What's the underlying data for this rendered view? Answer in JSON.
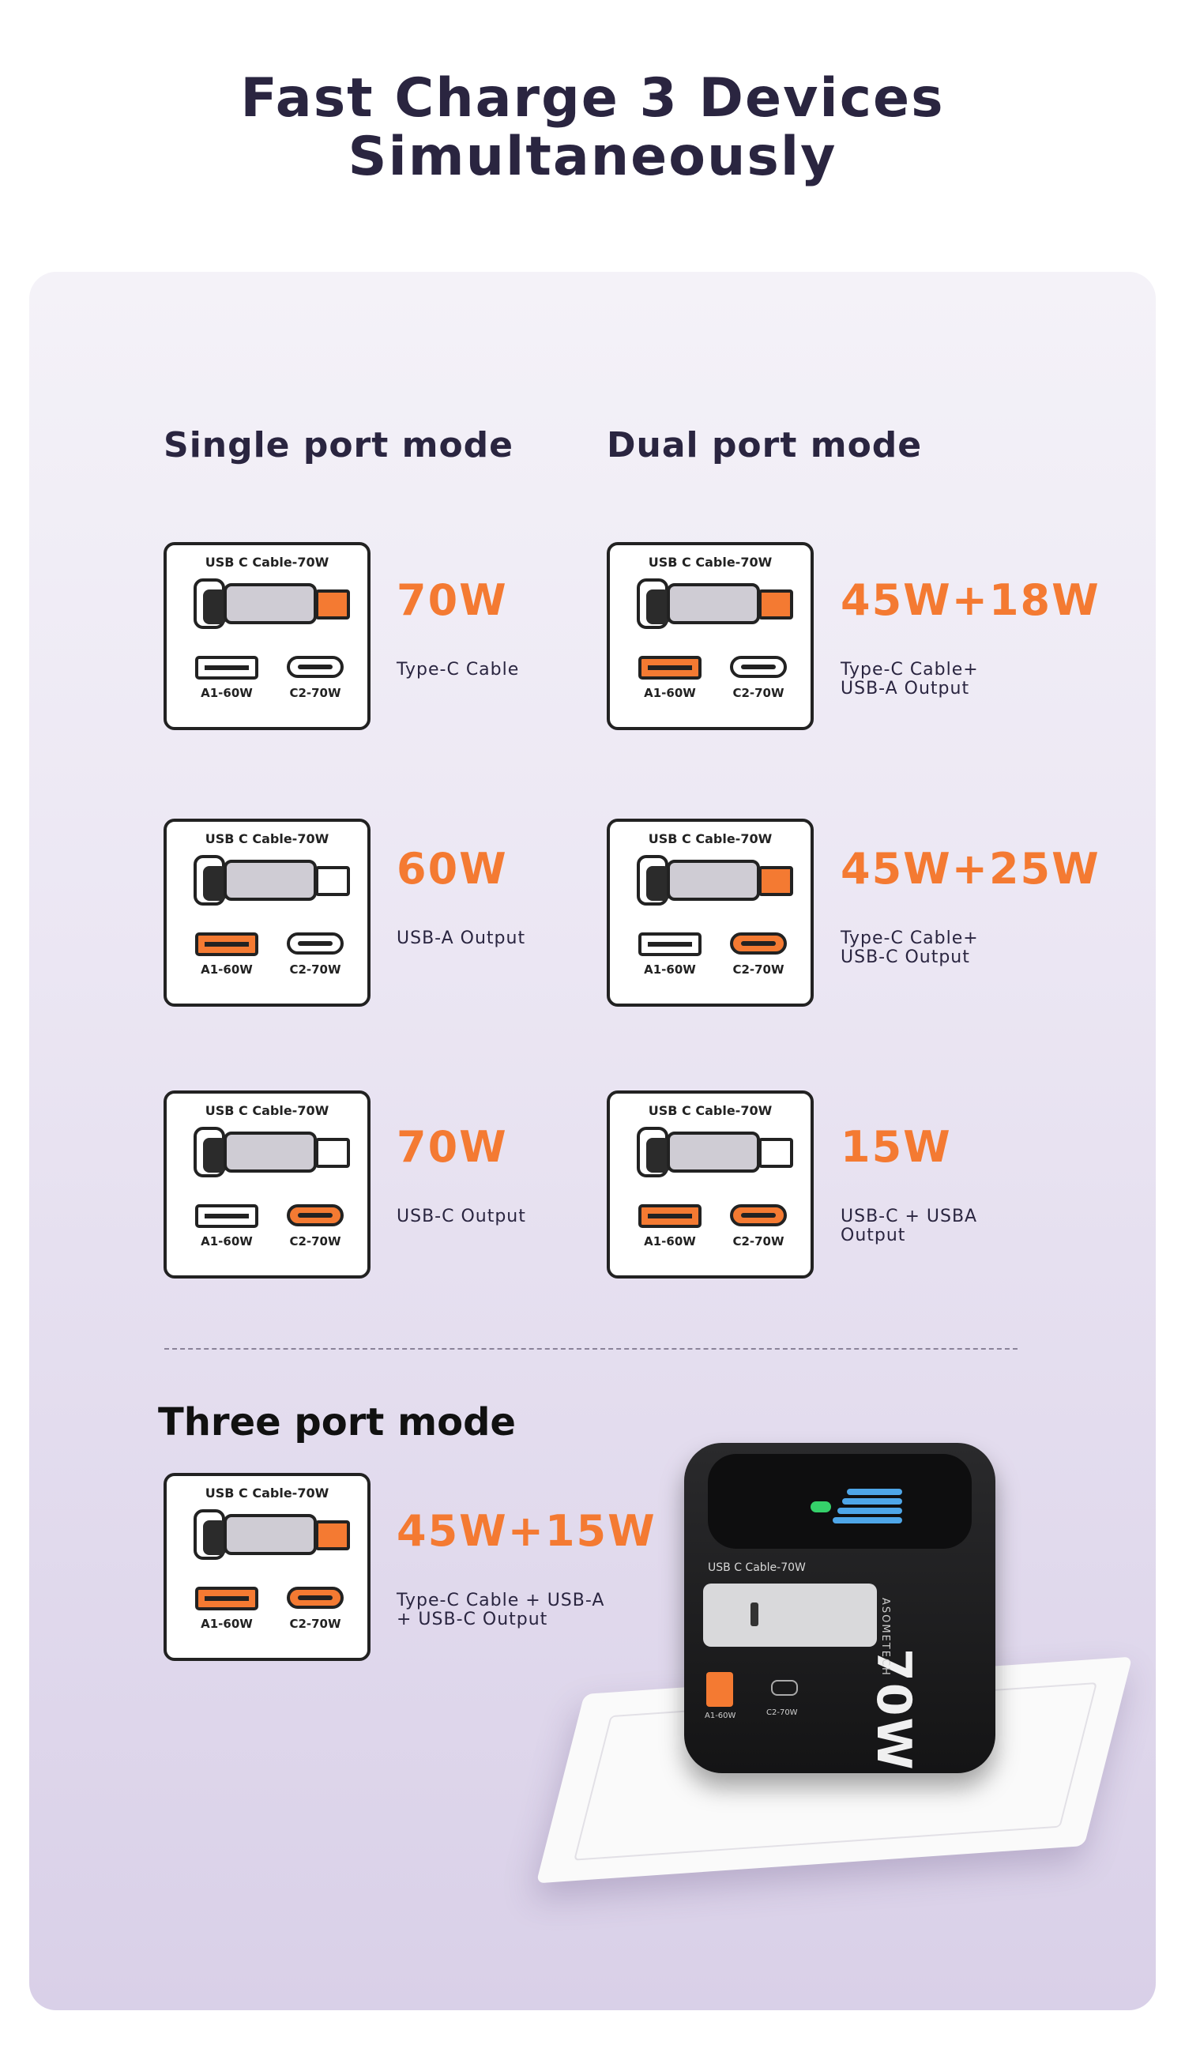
{
  "header": {
    "title_line1": "Fast Charge 3 Devices",
    "title_line2": "Simultaneously"
  },
  "columns": {
    "single": "Single port mode",
    "dual": "Dual port mode"
  },
  "card_text": {
    "cable_label": "USB C Cable-70W",
    "port_a_label": "A1-60W",
    "port_c_label": "C2-70W"
  },
  "modes": [
    {
      "watt": "70W",
      "desc1": "Type-C Cable",
      "desc2": ""
    },
    {
      "watt": "45W+18W",
      "desc1": "Type-C Cable+",
      "desc2": "USB-A Output"
    },
    {
      "watt": "60W",
      "desc1": "USB-A Output",
      "desc2": ""
    },
    {
      "watt": "45W+25W",
      "desc1": "Type-C Cable+",
      "desc2": "USB-C Output"
    },
    {
      "watt": "70W",
      "desc1": "USB-C Output",
      "desc2": ""
    },
    {
      "watt": "15W",
      "desc1": "USB-C + USBA",
      "desc2": "Output"
    }
  ],
  "three": {
    "heading": "Three port mode",
    "watt": "45W+15W",
    "desc1": "Type-C Cable + USB-A",
    "desc2": "+ USB-C Output"
  },
  "charger": {
    "cable_label": "USB C Cable-70W",
    "port_a_label": "A1-60W",
    "port_c_label": "C2-70W",
    "watt": "70W",
    "brand": "ASOMETECH"
  },
  "colors": {
    "accent": "#f47a32",
    "text": "#2a2540"
  }
}
